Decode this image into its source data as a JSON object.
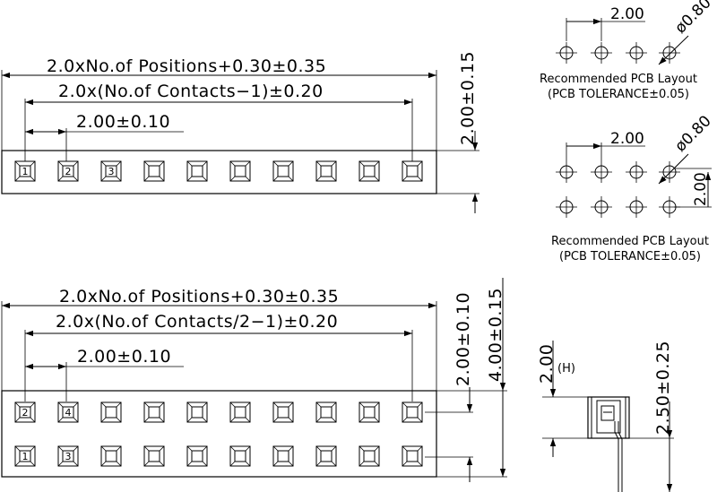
{
  "single_row": {
    "dim_overall": "2.0xNo.of Positions+0.30±0.35",
    "dim_contacts": "2.0x(No.of Contacts−1)±0.20",
    "dim_pitch": "2.00±0.10",
    "dim_height": "2.00±0.15",
    "pin_labels": [
      "1",
      "2",
      "3"
    ],
    "cells": 10
  },
  "dual_row": {
    "dim_overall": "2.0xNo.of Positions+0.30±0.35",
    "dim_contacts": "2.0x(No.of Contacts/2−1)±0.20",
    "dim_pitch": "2.00±0.10",
    "dim_row_pitch": "2.00±0.10",
    "dim_height": "4.00±0.15",
    "top_labels": [
      "2",
      "4"
    ],
    "bottom_labels": [
      "1",
      "3"
    ],
    "cells": 10
  },
  "pcb_single": {
    "pitch": "2.00",
    "hole": "ø0.80",
    "caption_line1": "Recommended PCB Layout",
    "caption_line2": "(PCB TOLERANCE±0.05)"
  },
  "pcb_dual": {
    "pitch": "2.00",
    "row_pitch": "2.00",
    "hole": "ø0.80",
    "caption_line1": "Recommended PCB Layout",
    "caption_line2": "(PCB TOLERANCE±0.05)"
  },
  "side_view": {
    "height": "2.00",
    "height_tag": "(H)",
    "tail": "2.50±0.25"
  }
}
